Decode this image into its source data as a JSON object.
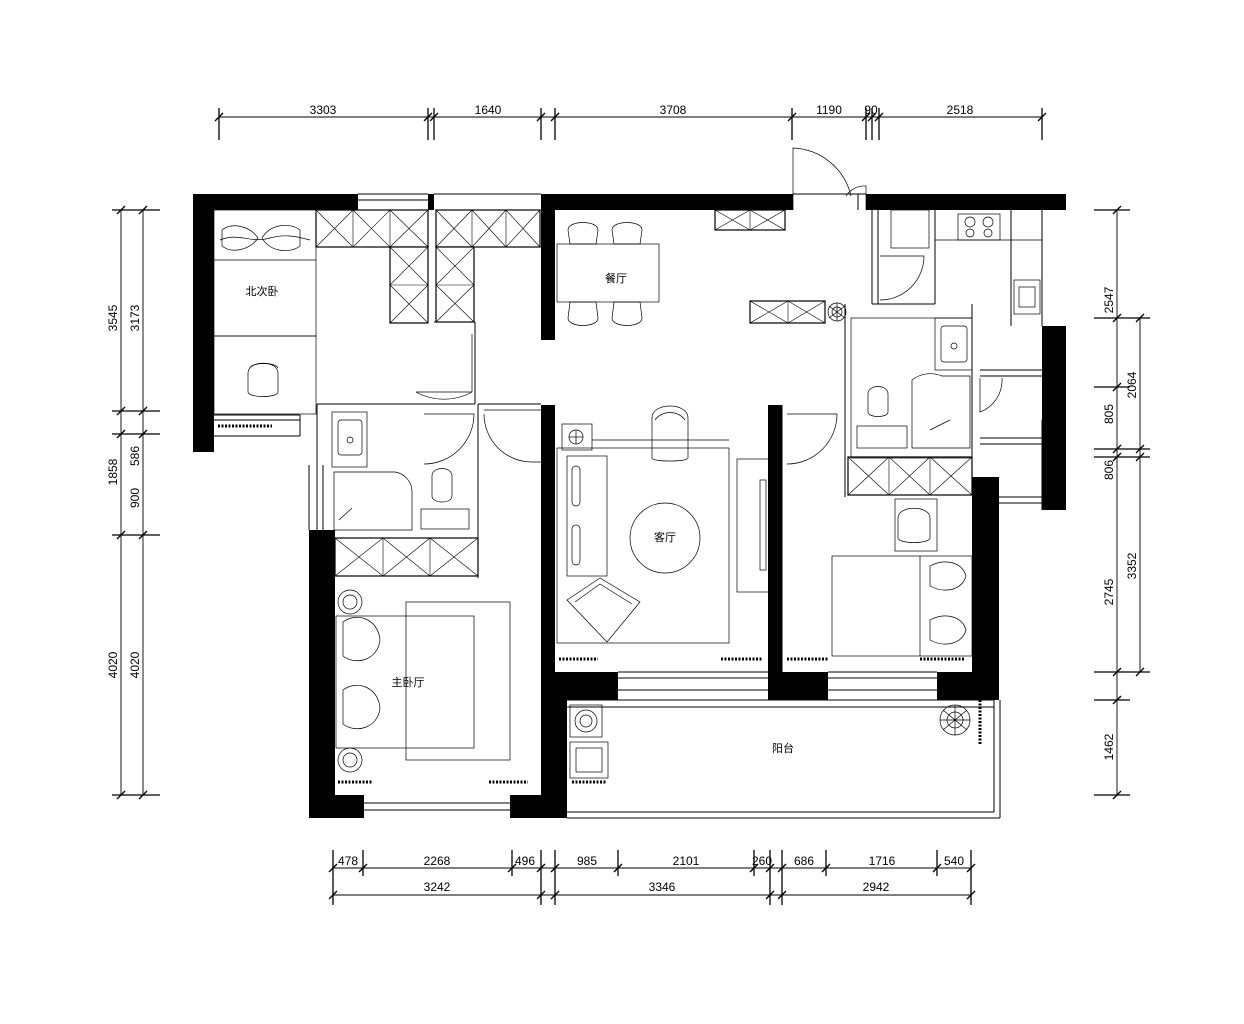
{
  "rooms": {
    "north_bedroom": "北次卧",
    "dining": "餐厅",
    "living": "客厅",
    "master": "主卧厅",
    "balcony": "阳台"
  },
  "dimensions": {
    "top": [
      "3303",
      "1640",
      "3708",
      "1190",
      "90",
      "2518"
    ],
    "left_outer": [
      "3545",
      "1858",
      "4020"
    ],
    "left_inner": [
      "3173",
      "586",
      "900",
      "4020"
    ],
    "right_inner": [
      "2547",
      "805",
      "806",
      "2745",
      "1462"
    ],
    "right_outer": [
      "2064",
      "3352"
    ],
    "bottom_row1": [
      "478",
      "2268",
      "496",
      "985",
      "2101",
      "260",
      "686",
      "1716",
      "540"
    ],
    "bottom_row2": [
      "3242",
      "3346",
      "2942"
    ]
  },
  "colors": {
    "wall": "#000000",
    "line": "#000000",
    "background": "#ffffff"
  }
}
